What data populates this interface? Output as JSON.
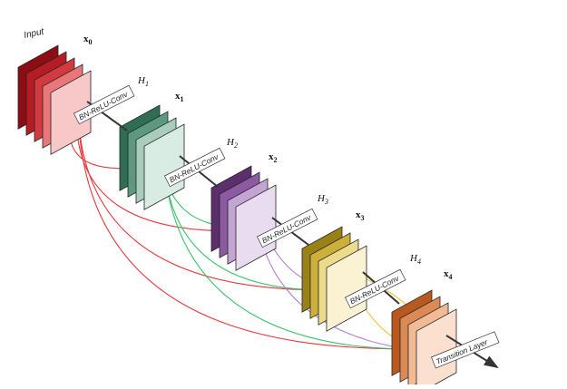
{
  "input_label": "Input",
  "blocks": [
    {
      "id": "x0",
      "label": "x0",
      "sub": "0",
      "colors": [
        "#8c0d14",
        "#b51c24",
        "#d33a3f",
        "#e9777a",
        "#f8c8c8"
      ]
    },
    {
      "id": "x1",
      "label": "x1",
      "sub": "1",
      "colors": [
        "#2f6e55",
        "#5d9880",
        "#a9cdbd",
        "#d8ece3"
      ]
    },
    {
      "id": "x2",
      "label": "x2",
      "sub": "2",
      "colors": [
        "#5c2e6e",
        "#8b5aa0",
        "#c4a4d3",
        "#eadcf0"
      ]
    },
    {
      "id": "x3",
      "label": "x3",
      "sub": "3",
      "colors": [
        "#9a8117",
        "#cdb03b",
        "#ecdb8c",
        "#fbf1d3"
      ]
    },
    {
      "id": "x4",
      "label": "x4",
      "sub": "4",
      "colors": [
        "#b85a1f",
        "#dc8a55",
        "#f2bb95",
        "#fce0cf"
      ]
    }
  ],
  "functions": [
    {
      "id": "H1",
      "label": "H",
      "sub": "1"
    },
    {
      "id": "H2",
      "label": "H",
      "sub": "2"
    },
    {
      "id": "H3",
      "label": "H",
      "sub": "3"
    },
    {
      "id": "H4",
      "label": "H",
      "sub": "4"
    }
  ],
  "op_label": "BN-ReLU-Conv",
  "transition_label": "Transition Layer",
  "connection_colors": {
    "from_x0": "#e8383d",
    "from_x1": "#38c36a",
    "from_x2": "#b57fd9",
    "from_x3": "#f1c232"
  }
}
